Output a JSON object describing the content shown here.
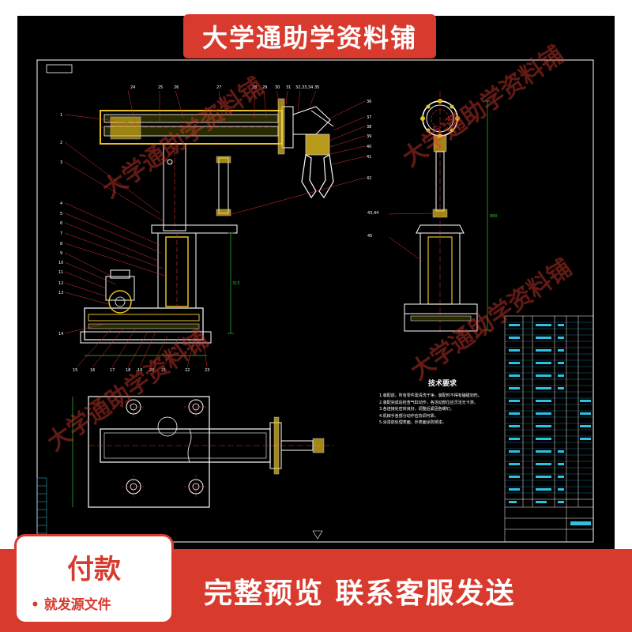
{
  "banner": {
    "title": "大学通助学资料铺"
  },
  "watermark": {
    "text": "大学通助学资料铺"
  },
  "drawing": {
    "tech_title": "技术要求",
    "tech_lines": [
      "1.装配前，所有零件需清洗干净，装配时不得有磕碰划伤。",
      "2.装配完成后检查气缸动作，各活动部位应灵活无卡滞。",
      "3.各连接处密封良好，调整后紧固各螺钉。",
      "4.机械手各部分动作应协调可靠。",
      "5.涂漆前处理表面，外表面涂防锈漆。"
    ],
    "part_numbers_top": [
      "24",
      "25",
      "26",
      "27",
      "28",
      "29",
      "30",
      "31",
      "32,33,34",
      "35"
    ],
    "part_numbers_right": [
      "36",
      "37",
      "38",
      "39",
      "40",
      "41",
      "42"
    ],
    "part_numbers_left": [
      "1",
      "2",
      "3",
      "4",
      "5",
      "6",
      "7",
      "8",
      "9",
      "10",
      "11",
      "12",
      "13",
      "14"
    ],
    "part_numbers_bottom": [
      "15",
      "16",
      "17",
      "18",
      "19",
      "20",
      "21",
      "22",
      "23"
    ],
    "part_numbers_side": [
      "43,44",
      "45"
    ]
  },
  "promo": {
    "pay_title": "付款",
    "pay_sub": "• 就发源文件",
    "bottom_text": "完整预览  联系客服发送"
  },
  "colors": {
    "accent": "#d83a2e",
    "drawing_bg": "#000000",
    "part_yellow": "#e8c020",
    "line_white": "#ffffff",
    "leader_red": "#e03030",
    "dim_green": "#30c030",
    "table_cyan": "#30c0e0"
  }
}
